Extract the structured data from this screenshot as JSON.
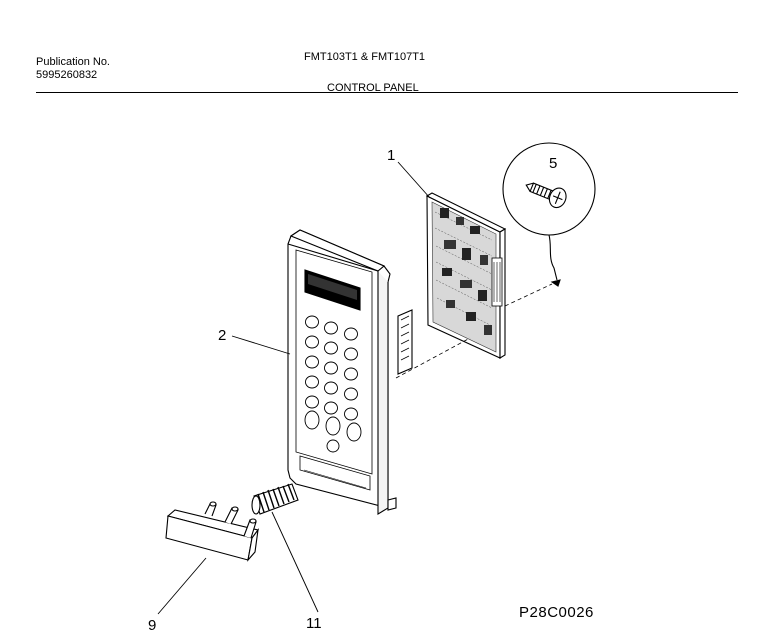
{
  "header": {
    "publication_label": "Publication No.",
    "publication_number": "5995260832",
    "model_title": "FMT103T1 & FMT107T1",
    "section_title": "CONTROL PANEL"
  },
  "callouts": {
    "c1": "1",
    "c2": "2",
    "c5": "5",
    "c9": "9",
    "c11": "11"
  },
  "diagram_code": "P28C0026"
}
